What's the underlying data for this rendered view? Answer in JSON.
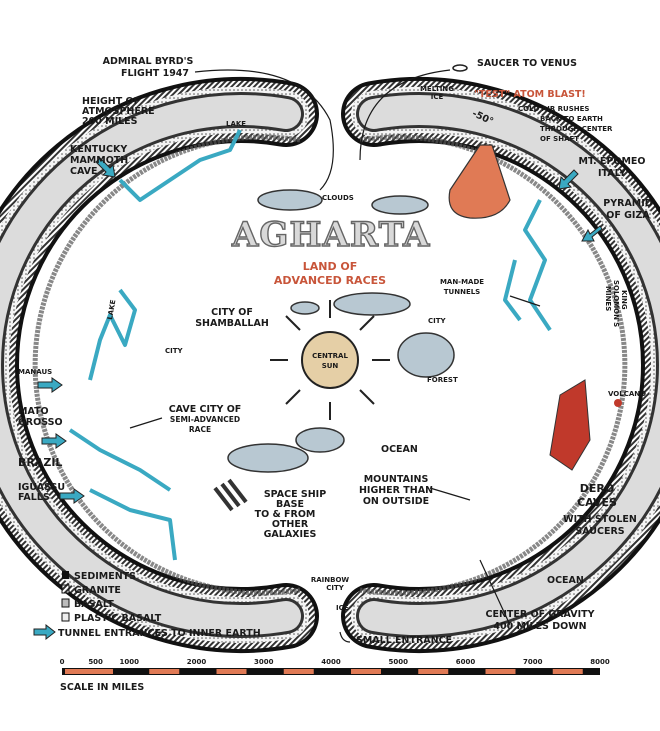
{
  "title": "AGHARTA",
  "subtitle": [
    "LAND OF",
    "ADVANCED RACES"
  ],
  "colors": {
    "tunnel": "#3aa9c2",
    "blast": "#e07a55",
    "volcano": "#c0392b",
    "sun": "#e5cfa6",
    "cloud": "#b8c8d2"
  },
  "labels": {
    "byrd": [
      "ADMIRAL BYRD'S",
      "FLIGHT 1947"
    ],
    "atmosphere": [
      "HEIGHT OF",
      "ATMOSPHERE",
      "200 MILES"
    ],
    "kentucky": [
      "KENTUCKY",
      "MAMMOTH",
      "CAVE"
    ],
    "saucer": "SAUCER TO VENUS",
    "melting_ice": [
      "MELTING",
      "ICE"
    ],
    "temp": "-50°",
    "atom_blast": "\"TEST\" ATOM BLAST!",
    "cold_air": [
      "COLD AIR RUSHES",
      "BACK TO EARTH",
      "THROUGH CENTER",
      "OF SHAFT"
    ],
    "epomeo": [
      "MT. EPOMEO",
      "ITALY"
    ],
    "giza": [
      "PYRAMID",
      "OF GIZA"
    ],
    "clouds": "CLOUDS",
    "shamballah": [
      "CITY OF",
      "SHAMBALLAH"
    ],
    "city_left": "CITY",
    "city_right": "CITY",
    "central_sun": [
      "CENTRAL",
      "SUN"
    ],
    "forest": "FOREST",
    "man_made": [
      "MAN-MADE",
      "TUNNELS"
    ],
    "king_solomon": [
      "KING",
      "SOLOMON'S",
      "MINES"
    ],
    "volcano": "VOLCANO",
    "lake_top": "LAKE",
    "lake_left": "LAKE",
    "manaus": "MANAUS",
    "mato_grosso": [
      "MATO",
      "GROSSO"
    ],
    "brazil": "BRAZIL",
    "iguassu": [
      "IGUASSU",
      "FALLS"
    ],
    "cave_city": [
      "CAVE CITY OF",
      "SEMI-ADVANCED",
      "RACE"
    ],
    "ocean_inner": "OCEAN",
    "mountains": [
      "MOUNTAINS",
      "HIGHER THAN",
      "ON OUTSIDE"
    ],
    "dero": [
      "DERO",
      "CAVES"
    ],
    "dero_sub": [
      "WITH STOLEN",
      "SAUCERS"
    ],
    "spaceship": [
      "SPACE SHIP",
      "BASE",
      "TO & FROM",
      "OTHER",
      "GALAXIES"
    ],
    "rainbow_city": [
      "RAINBOW",
      "CITY"
    ],
    "ice": "ICE",
    "small_entrance": "SMALL ENTRANCE",
    "ocean_outer": "OCEAN",
    "gravity": [
      "CENTER OF GRAVITY",
      "400 MILES DOWN"
    ]
  },
  "legend": {
    "items": [
      {
        "label": "SEDIMENTS",
        "icon": "sediments-swatch"
      },
      {
        "label": "GRANITE",
        "icon": "granite-swatch"
      },
      {
        "label": "BASALT",
        "icon": "basalt-swatch"
      },
      {
        "label": "PLASTIC BASALT",
        "icon": "plastic-basalt-swatch"
      }
    ],
    "tunnel": "TUNNEL ENTRANCES TO INNER EARTH"
  },
  "scale": {
    "ticks": [
      "0",
      "500",
      "1000",
      "2000",
      "3000",
      "4000",
      "5000",
      "6000",
      "7000",
      "8000"
    ],
    "tick_values": [
      0,
      500,
      1000,
      2000,
      3000,
      4000,
      5000,
      6000,
      7000,
      8000
    ],
    "max": 8000,
    "caption": "SCALE IN MILES"
  }
}
